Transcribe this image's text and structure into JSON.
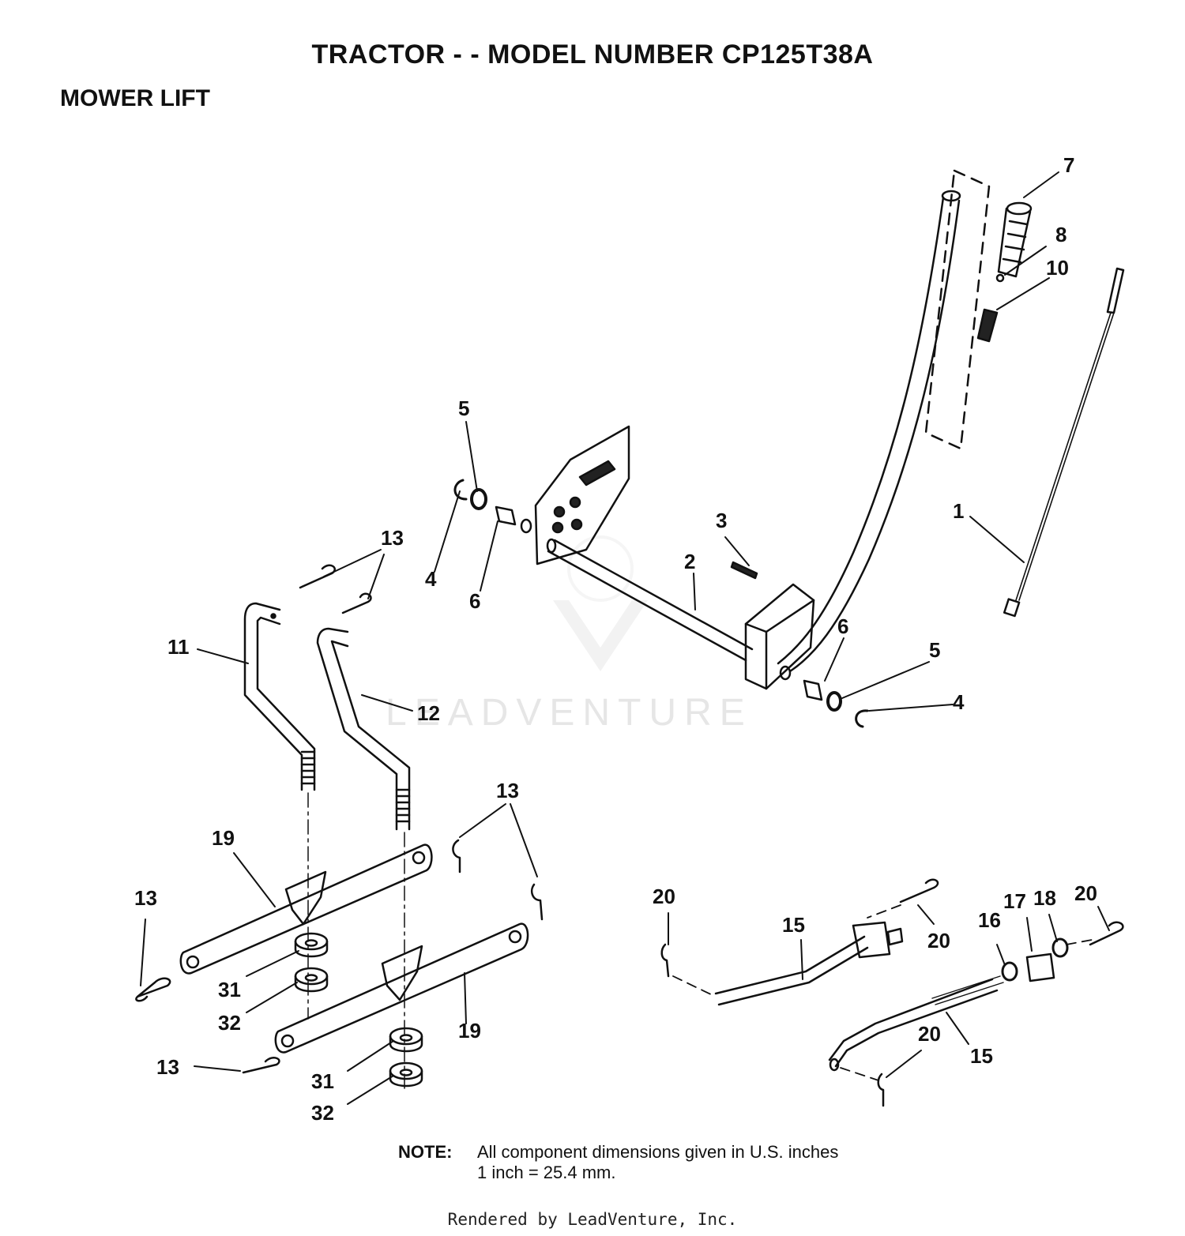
{
  "header": {
    "title": "TRACTOR - - MODEL NUMBER CP125T38A",
    "section": "MOWER LIFT"
  },
  "callouts": [
    "1",
    "2",
    "3",
    "4",
    "4",
    "5",
    "5",
    "6",
    "6",
    "7",
    "8",
    "10",
    "11",
    "12",
    "13",
    "13",
    "13",
    "13",
    "15",
    "15",
    "16",
    "17",
    "18",
    "19",
    "19",
    "20",
    "20",
    "20",
    "20",
    "31",
    "31",
    "32",
    "32"
  ],
  "watermark": "LEADVENTURE",
  "note": {
    "label": "NOTE:",
    "line1": "All component dimensions given in U.S. inches",
    "line2": "1 inch = 25.4 mm."
  },
  "footer": "Rendered by LeadVenture, Inc."
}
